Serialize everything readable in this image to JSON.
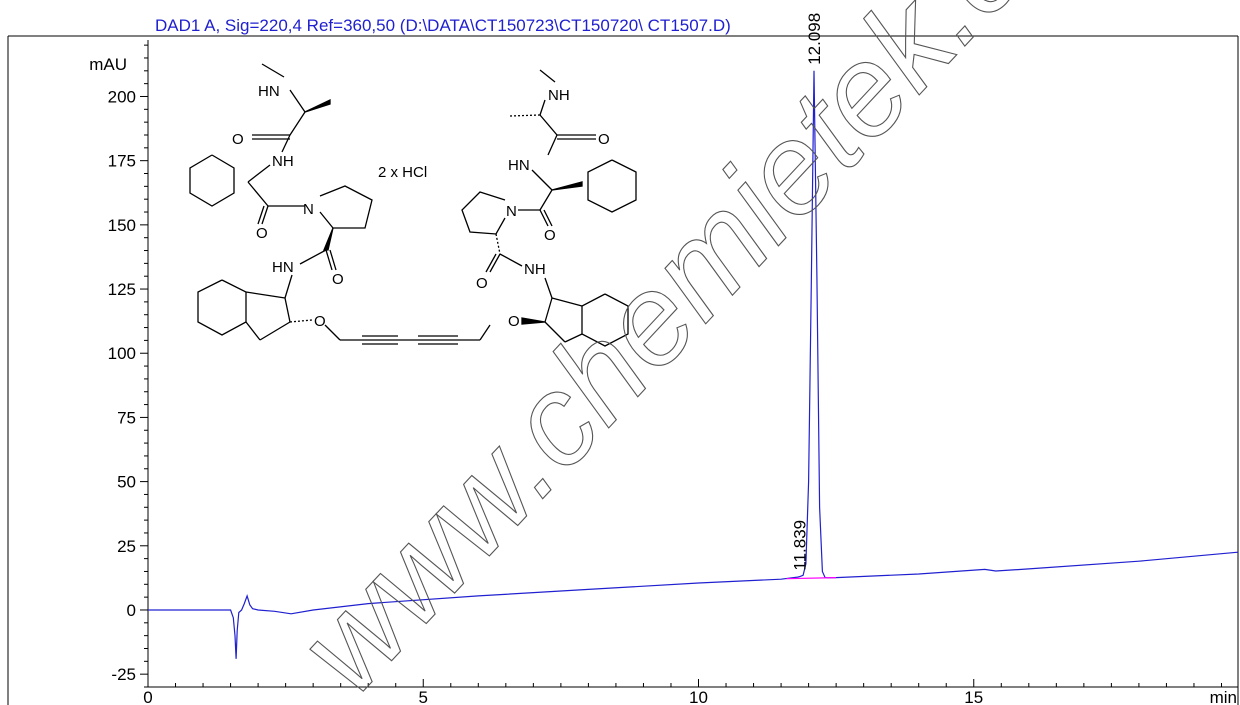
{
  "chart_data": {
    "type": "line",
    "title": "DAD1 A, Sig=220,4 Ref=360,50 (D:\\DATA\\CT150723\\CT150720\\ CT1507.D)",
    "ylabel": "mAU",
    "xlabel": "min",
    "xlim": [
      0,
      19.8
    ],
    "ylim": [
      -30,
      222
    ],
    "x_ticks": [
      0,
      5,
      10,
      15
    ],
    "y_ticks": [
      -25,
      0,
      25,
      50,
      75,
      100,
      125,
      150,
      175,
      200
    ],
    "x_minor_step": 0.5,
    "y_minor_step": 5,
    "grid": false,
    "series": [
      {
        "type": "line",
        "color": "#2020d0",
        "x": [
          0,
          1.5,
          1.55,
          1.58,
          1.6,
          1.62,
          1.65,
          1.7,
          1.75,
          1.8,
          1.85,
          1.9,
          2.0,
          2.3,
          2.6,
          3.0,
          4,
          6,
          8,
          10,
          11.5,
          11.8,
          11.84,
          11.9,
          11.95,
          12.0,
          12.05,
          12.098,
          12.15,
          12.2,
          12.25,
          12.3,
          12.35,
          12.5,
          14,
          15.2,
          15.4,
          16,
          18,
          19.8
        ],
        "y": [
          0,
          0,
          -3,
          -10,
          -19,
          -8,
          -1,
          0,
          2.5,
          5.5,
          2,
          0.5,
          0,
          -0.5,
          -1.5,
          0,
          2.5,
          5.5,
          8,
          10.5,
          12,
          12.8,
          13,
          13.5,
          18,
          50,
          130,
          210,
          130,
          40,
          15,
          12.6,
          12.5,
          12.6,
          14,
          15.8,
          15.2,
          16,
          19,
          22.5
        ]
      },
      {
        "type": "line",
        "name": "baseline",
        "color": "#ff00ff",
        "x": [
          11.6,
          12.5
        ],
        "y": [
          12.2,
          12.6
        ]
      }
    ],
    "annotations": [
      {
        "x": 11.839,
        "y": 13,
        "text": "11.839"
      },
      {
        "x": 12.098,
        "y": 210,
        "text": "12.098"
      }
    ]
  },
  "structure": {
    "salt_label": "2 x HCl",
    "atom_labels": [
      {
        "text": "HN"
      },
      {
        "text": "O"
      },
      {
        "text": "NH"
      },
      {
        "text": "N"
      },
      {
        "text": "O"
      },
      {
        "text": "HN"
      },
      {
        "text": "O"
      },
      {
        "text": "O"
      },
      {
        "text": "NH"
      },
      {
        "text": "O"
      },
      {
        "text": "HN"
      },
      {
        "text": "O"
      },
      {
        "text": "N"
      },
      {
        "text": "O"
      },
      {
        "text": "NH"
      },
      {
        "text": "O"
      }
    ]
  },
  "watermark": {
    "text": "www.chemietek.com"
  }
}
